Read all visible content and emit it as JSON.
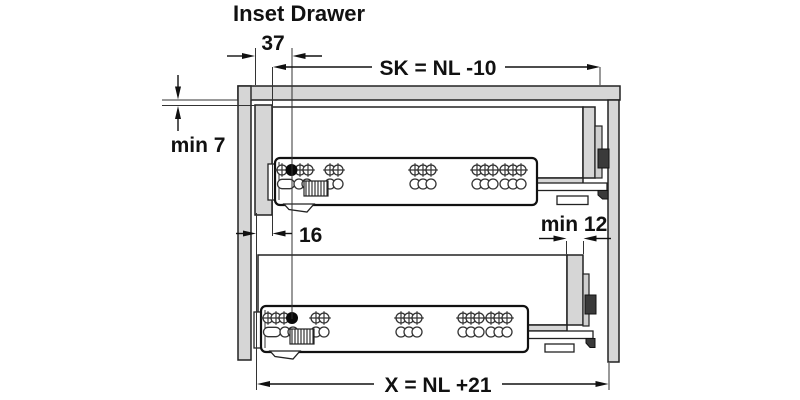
{
  "title": "Inset Drawer",
  "dims": {
    "front_offset": "37",
    "drawer_side_length": "SK = NL -10",
    "top_clearance": "min 7",
    "front_thickness": "16",
    "rear_clearance": "min 12",
    "installation_depth": "X = NL +21"
  },
  "colors": {
    "background": "#ffffff",
    "panel_gray": "#d6d6d6",
    "line_black": "#111111",
    "bracket_dark": "#3a3a3a",
    "filled_hole": "#0a0a0a"
  }
}
